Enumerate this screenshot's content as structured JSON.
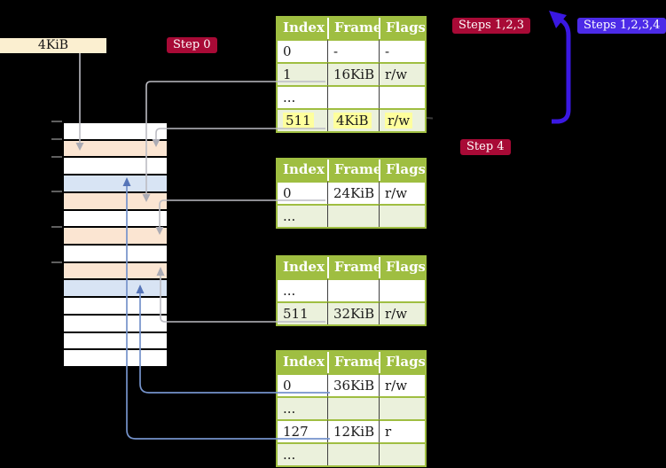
{
  "labels": {
    "frame_size": "4KiB"
  },
  "badges": {
    "step0": {
      "text": "Step 0",
      "color": "#A80A36"
    },
    "steps123": {
      "text": "Steps 1,2,3",
      "color": "#A80A36"
    },
    "steps1234": {
      "text": "Steps 1,2,3,4",
      "color": "#4C2BE8"
    },
    "step4": {
      "text": "Step 4",
      "color": "#A80A36"
    }
  },
  "page_tables": [
    {
      "headers": [
        "Index",
        "Frame",
        "Flags"
      ],
      "rows": [
        {
          "cells": [
            "0",
            "-",
            "-"
          ],
          "shaded": false,
          "highlight": false
        },
        {
          "cells": [
            "1",
            "16KiB",
            "r/w"
          ],
          "shaded": true,
          "highlight": false
        },
        {
          "cells": [
            "...",
            "",
            ""
          ],
          "shaded": false,
          "highlight": false
        },
        {
          "cells": [
            "511",
            "4KiB",
            "r/w"
          ],
          "shaded": true,
          "highlight": true
        }
      ]
    },
    {
      "headers": [
        "Index",
        "Frame",
        "Flags"
      ],
      "rows": [
        {
          "cells": [
            "0",
            "24KiB",
            "r/w"
          ],
          "shaded": false,
          "highlight": false
        },
        {
          "cells": [
            "...",
            "",
            ""
          ],
          "shaded": true,
          "highlight": false
        }
      ]
    },
    {
      "headers": [
        "Index",
        "Frame",
        "Flags"
      ],
      "rows": [
        {
          "cells": [
            "...",
            "",
            ""
          ],
          "shaded": false,
          "highlight": false
        },
        {
          "cells": [
            "511",
            "32KiB",
            "r/w"
          ],
          "shaded": true,
          "highlight": false
        }
      ]
    },
    {
      "headers": [
        "Index",
        "Frame",
        "Flags"
      ],
      "rows": [
        {
          "cells": [
            "0",
            "36KiB",
            "r/w"
          ],
          "shaded": false,
          "highlight": false
        },
        {
          "cells": [
            "...",
            "",
            ""
          ],
          "shaded": true,
          "highlight": false
        },
        {
          "cells": [
            "127",
            "12KiB",
            "r"
          ],
          "shaded": false,
          "highlight": false
        },
        {
          "cells": [
            "...",
            "",
            ""
          ],
          "shaded": true,
          "highlight": false
        }
      ]
    }
  ],
  "memory_stack": {
    "rows": [
      "white",
      "peach",
      "white",
      "blue",
      "peach",
      "white",
      "peach",
      "white",
      "peach",
      "blue",
      "white",
      "white",
      "white",
      "white"
    ]
  },
  "colors": {
    "table_header_green": "#9FBE41",
    "table_row_light_green": "#EBF1DC",
    "frame_peach": "#FBE5D2",
    "frame_light_blue": "#D8E4F4",
    "label_cream": "#FBEFD0",
    "badge_crimson": "#A80A36",
    "badge_blue": "#4C2BE8",
    "thick_arrow_blue": "#3A18E2",
    "thin_arrow_blue": "#7593CB",
    "arrow_gray": "#BCBCC3",
    "highlight_yellow": "#FEFF9D"
  }
}
